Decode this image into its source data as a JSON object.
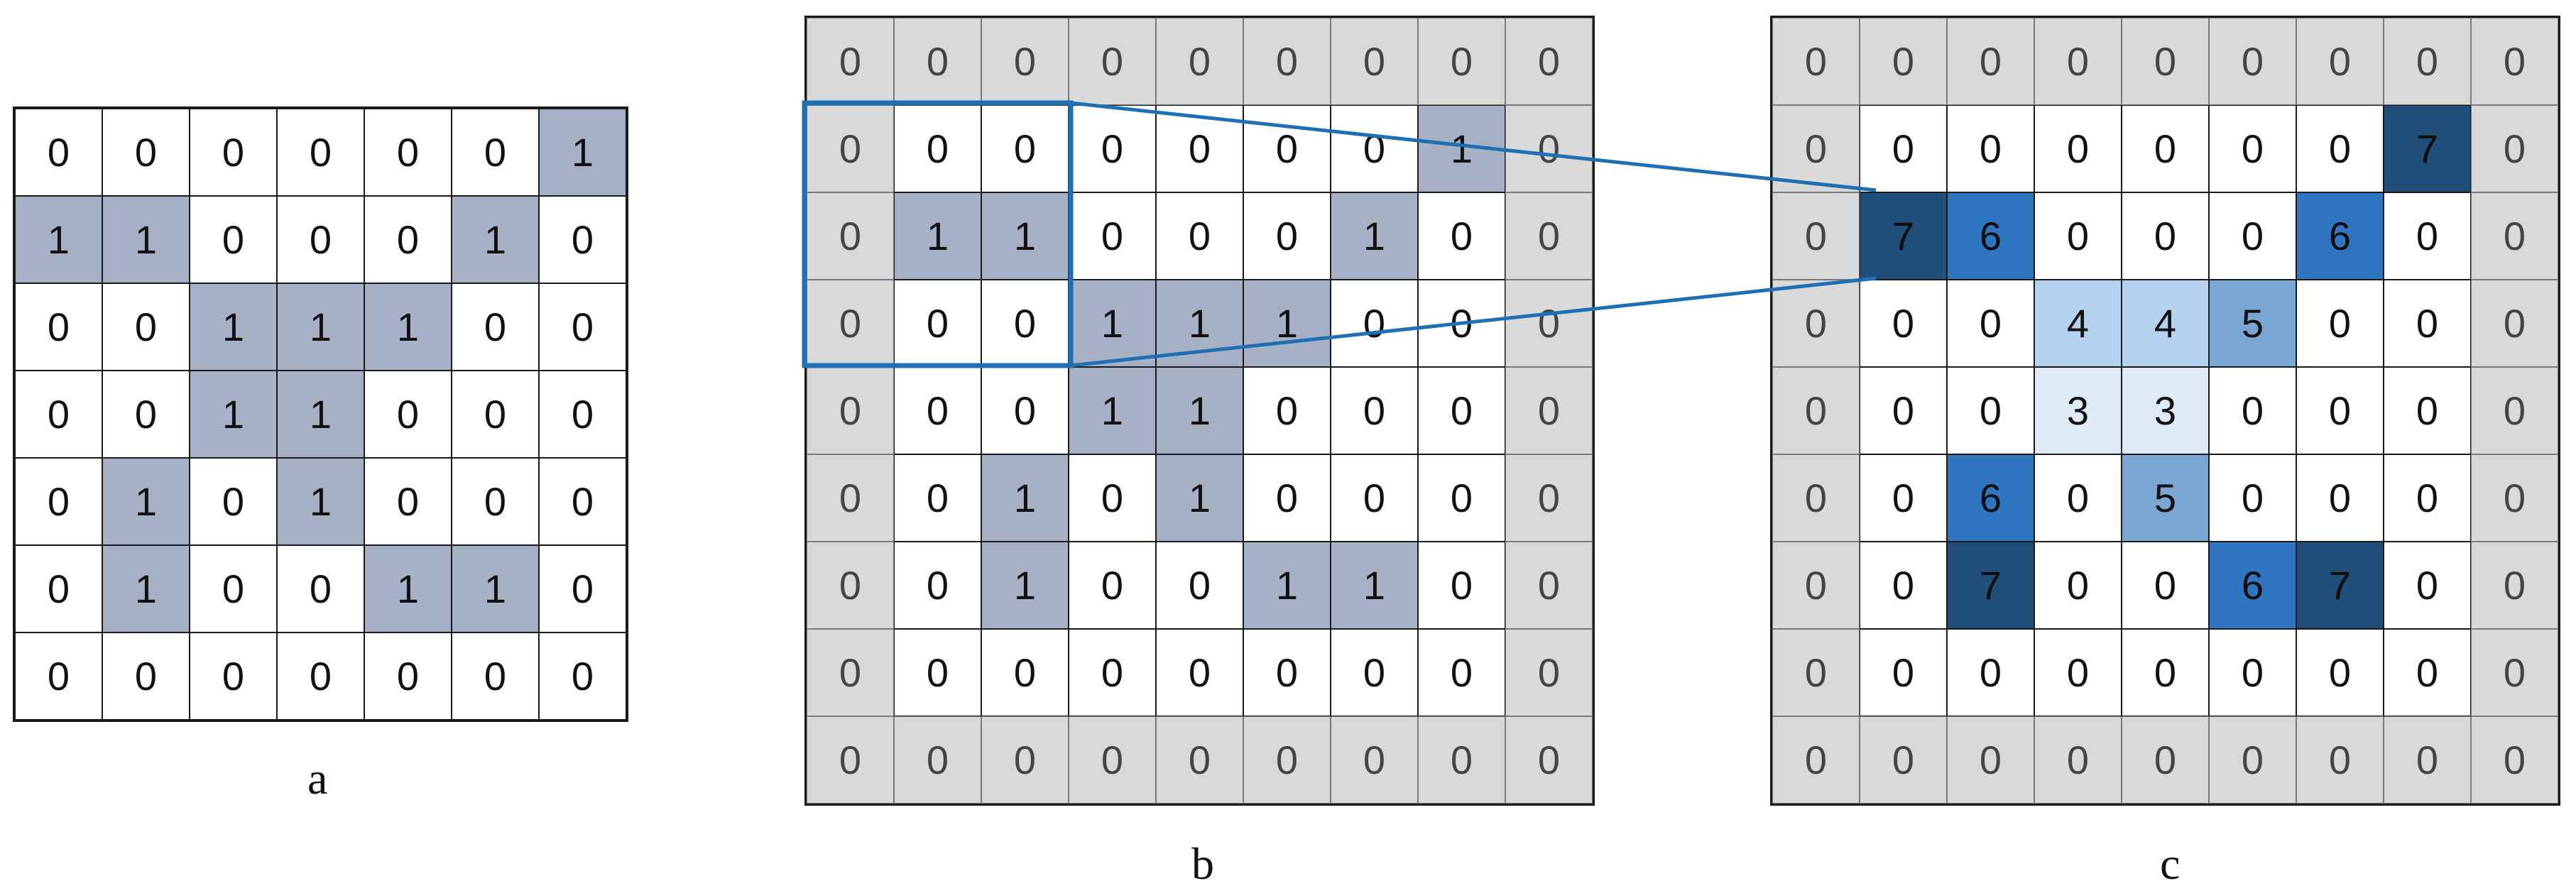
{
  "panels": {
    "a": {
      "caption": "a",
      "grid": [
        [
          0,
          0,
          0,
          0,
          0,
          0,
          1
        ],
        [
          1,
          1,
          0,
          0,
          0,
          1,
          0
        ],
        [
          0,
          0,
          1,
          1,
          1,
          0,
          0
        ],
        [
          0,
          0,
          1,
          1,
          0,
          0,
          0
        ],
        [
          0,
          1,
          0,
          1,
          0,
          0,
          0
        ],
        [
          0,
          1,
          0,
          0,
          1,
          1,
          0
        ],
        [
          0,
          0,
          0,
          0,
          0,
          0,
          0
        ]
      ]
    },
    "b": {
      "caption": "b",
      "grid": [
        [
          0,
          0,
          0,
          0,
          0,
          0,
          0,
          0,
          0
        ],
        [
          0,
          0,
          0,
          0,
          0,
          0,
          0,
          1,
          0
        ],
        [
          0,
          1,
          1,
          0,
          0,
          0,
          1,
          0,
          0
        ],
        [
          0,
          0,
          0,
          1,
          1,
          1,
          0,
          0,
          0
        ],
        [
          0,
          0,
          0,
          1,
          1,
          0,
          0,
          0,
          0
        ],
        [
          0,
          0,
          1,
          0,
          1,
          0,
          0,
          0,
          0
        ],
        [
          0,
          0,
          1,
          0,
          0,
          1,
          1,
          0,
          0
        ],
        [
          0,
          0,
          0,
          0,
          0,
          0,
          0,
          0,
          0
        ],
        [
          0,
          0,
          0,
          0,
          0,
          0,
          0,
          0,
          0
        ]
      ]
    },
    "c": {
      "caption": "c",
      "grid": [
        [
          0,
          0,
          0,
          0,
          0,
          0,
          0,
          0,
          0
        ],
        [
          0,
          0,
          0,
          0,
          0,
          0,
          0,
          7,
          0
        ],
        [
          0,
          7,
          6,
          0,
          0,
          0,
          6,
          0,
          0
        ],
        [
          0,
          0,
          0,
          4,
          4,
          5,
          0,
          0,
          0
        ],
        [
          0,
          0,
          0,
          3,
          3,
          0,
          0,
          0,
          0
        ],
        [
          0,
          0,
          6,
          0,
          5,
          0,
          0,
          0,
          0
        ],
        [
          0,
          0,
          7,
          0,
          0,
          6,
          7,
          0,
          0
        ],
        [
          0,
          0,
          0,
          0,
          0,
          0,
          0,
          0,
          0
        ],
        [
          0,
          0,
          0,
          0,
          0,
          0,
          0,
          0,
          0
        ]
      ]
    }
  },
  "colors": {
    "binary_one": "#a6b1c6",
    "padding": "#d9d9d9",
    "highlight_line": "#1f6fb2",
    "level_3": "#deebf7",
    "level_4": "#b5d3ef",
    "level_5": "#7aa6d3",
    "level_6": "#2f75bf",
    "level_7": "#1f4e79"
  }
}
